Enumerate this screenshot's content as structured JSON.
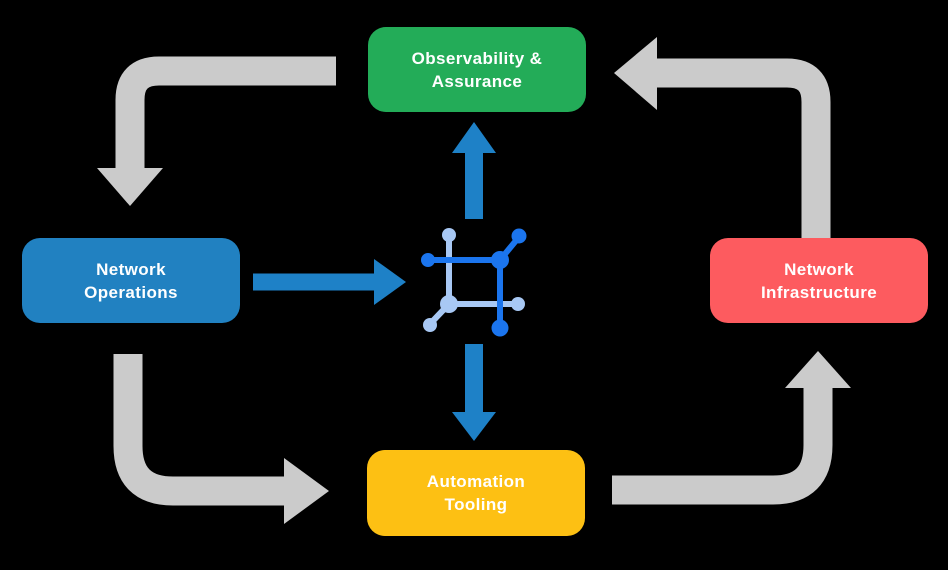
{
  "diagram": {
    "background_color": "#000000",
    "nodes": {
      "observability": {
        "label": "Observability & Assurance",
        "line1": "Observability &",
        "line2": "Assurance",
        "color": "#23AC58",
        "position": "top"
      },
      "operations": {
        "label": "Network Operations",
        "line1": "Network",
        "line2": "Operations",
        "color": "#2181C1",
        "position": "left"
      },
      "infrastructure": {
        "label": "Network Infrastructure",
        "line1": "Network",
        "line2": "Infrastructure",
        "color": "#FD5B5F",
        "position": "right"
      },
      "automation": {
        "label": "Automation Tooling",
        "line1": "Automation",
        "line2": "Tooling",
        "color": "#FDC013",
        "position": "bottom"
      }
    },
    "center_icon": {
      "name": "network-fabric-icon",
      "color_dark": "#1B75EE",
      "color_light": "#A8C8F4"
    },
    "arrows": {
      "outer_cycle_color": "#CBCBCB",
      "hub_color": "#1E81C7",
      "outer_cycle": [
        "observability to operations",
        "operations to automation",
        "automation to infrastructure",
        "infrastructure to observability"
      ],
      "hub_links": [
        "operations to center-icon",
        "center-icon to observability",
        "center-icon to automation"
      ]
    }
  }
}
